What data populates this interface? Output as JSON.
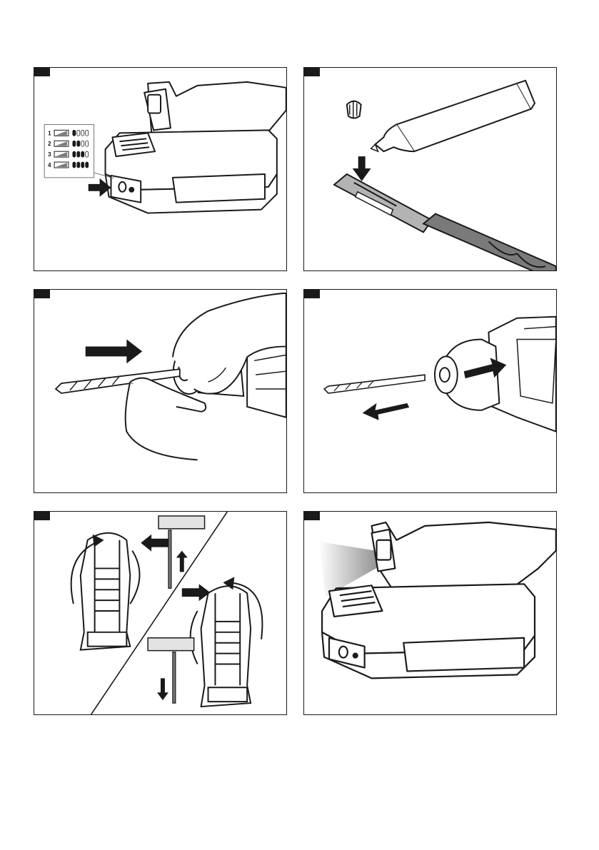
{
  "figures": [
    {
      "name": "battery-level-indicator",
      "levels": [
        "1",
        "2",
        "3",
        "4"
      ],
      "level_bars": [
        1,
        2,
        3,
        4
      ]
    },
    {
      "name": "grease-drill-shank"
    },
    {
      "name": "insert-drill-bit"
    },
    {
      "name": "remove-drill-bit"
    },
    {
      "name": "rotation-direction-switch"
    },
    {
      "name": "work-light"
    }
  ],
  "colors": {
    "line": "#1a1a1a",
    "bit": "#7a7a7a",
    "grey": "#b3b3b3",
    "light": "#e3e3e3"
  }
}
